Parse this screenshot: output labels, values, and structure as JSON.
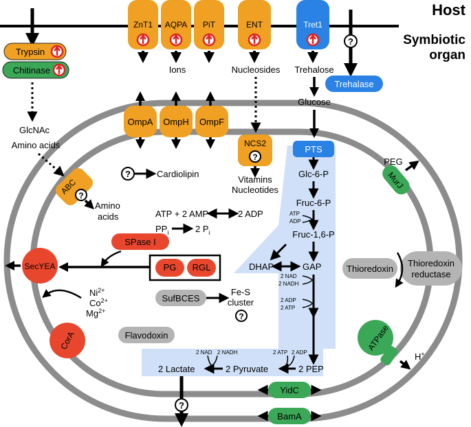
{
  "header": {
    "host": "Host",
    "symbiotic_line1": "Symbiotic",
    "symbiotic_line2": "organ"
  },
  "host_enzymes": {
    "trypsin": "Trypsin",
    "chitinase": "Chitinase"
  },
  "transporters": {
    "znt1": "ZnT1",
    "aqpa": "AQPA",
    "pit": "PiT",
    "ent": "ENT",
    "tret1": "Tret1",
    "trehalase": "Trehalase"
  },
  "products": {
    "ions": "Ions",
    "nucleosides": "Nucleosides",
    "trehalose": "Trehalose",
    "glucose": "Glucose"
  },
  "porins": {
    "ompa": "OmpA",
    "omph": "OmpH",
    "ompf": "OmpF"
  },
  "membrane_proteins": {
    "ncs2": "NCS2",
    "pts": "PTS",
    "abc": "ABC",
    "murj": "MurJ",
    "atpase": "ATPase",
    "yidc": "YidC",
    "bama": "BamA"
  },
  "outside_labels": {
    "glcnac": "GlcNAc",
    "amino_acids": "Amino acids",
    "peg": "PEG",
    "h_plus": "H",
    "h_sup": "+"
  },
  "inner_labels": {
    "cardiolipin": "Cardiolipin",
    "vitamins": "Vitamins",
    "nucleotides": "Nucleotides",
    "amino_line1": "Amino",
    "amino_line2": "acids",
    "atp_amp": "ATP + 2 AMP",
    "adp_2": "2 ADP",
    "ppi": "PP",
    "ppi_sub": "i",
    "pi": "2 P",
    "pi_sub": "i",
    "spase": "SPase I",
    "secyea": "SecYEA",
    "pg": "PG",
    "rgl": "RGL",
    "ni": "Ni",
    "co": "Co",
    "mg": "Mg",
    "two_plus": "2+",
    "cora": "CorA",
    "sufbces": "SufBCES",
    "fes_line1": "Fe-S",
    "fes_line2": "cluster",
    "flavodoxin": "Flavodoxin",
    "thioredoxin": "Thioredoxin",
    "thio_red_line1": "Thioredoxin",
    "thio_red_line2": "reductase",
    "question": "?"
  },
  "glycolysis": {
    "glc6p": "Glc-6-P",
    "fruc6p": "Fruc-6-P",
    "fruc16p": "Fruc-1,6-P",
    "dhap": "DHAP",
    "gap": "GAP",
    "pep": "2 PEP",
    "pyruvate": "2 Pyruvate",
    "lactate": "2 Lactate",
    "atp": "ATP",
    "adp": "ADP",
    "nad2": "2 NAD",
    "nadh2": "2 NADH",
    "adp2": "2 ADP",
    "atp2": "2 ATP"
  },
  "colors": {
    "orange": "#f0a022",
    "green": "#3aa856",
    "red": "#e8472e",
    "blue": "#2a82e4",
    "grey": "#b4b4b4",
    "membrane": "#8c8c8c",
    "pathway_bg": "#cfe0f8"
  }
}
